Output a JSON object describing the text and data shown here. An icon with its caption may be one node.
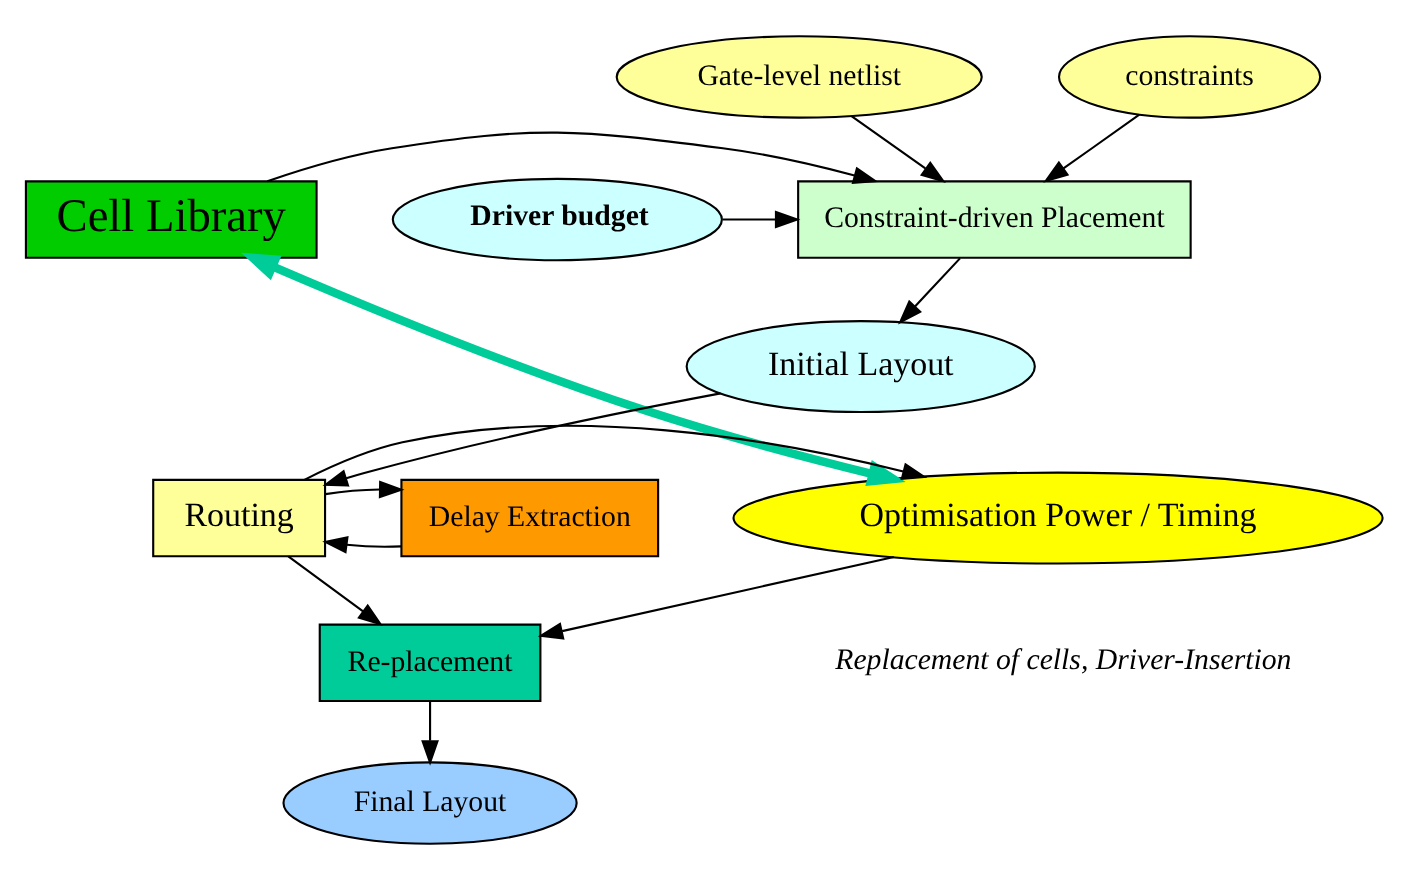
{
  "diagram": {
    "nodes": [
      {
        "text": [
          "Gate-level netlist"
        ]
      },
      {
        "text": [
          "constraints"
        ]
      },
      {
        "text": [
          "Driver budget"
        ]
      },
      {
        "text": [
          "Constraint-driven Placement"
        ]
      },
      {
        "text": [
          "Cell Library"
        ]
      },
      {
        "text": [
          "Initial Layout"
        ]
      },
      {
        "text": [
          "Delay Extraction"
        ]
      },
      {
        "text": [
          "Routing"
        ]
      },
      {
        "text": [
          "Optimisation Power / Timing"
        ]
      },
      {
        "text": [
          "Re-placement"
        ]
      },
      {
        "text": [
          "Final Layout"
        ]
      }
    ],
    "edges": [
      {
        "from": 0,
        "to": 3,
        "arrow": "to"
      },
      {
        "from": 1,
        "to": 3,
        "arrow": "to"
      },
      {
        "from": 2,
        "to": 3,
        "arrow": "to"
      },
      {
        "from": 4,
        "to": 3,
        "arrow": "to"
      },
      {
        "from": 3,
        "to": 5,
        "arrow": "to"
      },
      {
        "from": 5,
        "to": 7,
        "arrow": "to"
      },
      {
        "from": 6,
        "to": 7,
        "arrow": "to"
      },
      {
        "from": 7,
        "to": 6,
        "arrow": "to"
      },
      {
        "from": 7,
        "to": 8,
        "arrow": "to"
      },
      {
        "from": 4,
        "to": 8,
        "arrow": "both",
        "style": "thick",
        "color": "#00cc99"
      },
      {
        "from": 8,
        "to": 9,
        "arrow": "to"
      },
      {
        "from": 7,
        "to": 9,
        "arrow": "to"
      },
      {
        "from": 9,
        "to": 10,
        "arrow": "to"
      }
    ],
    "labels": [
      "Replacement of cells, Driver-Insertion"
    ]
  }
}
